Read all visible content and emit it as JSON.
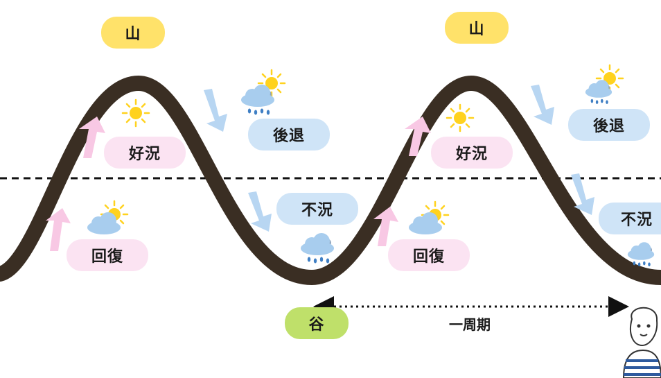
{
  "labels": {
    "peak": "山",
    "trough": "谷",
    "boom": "好況",
    "recession": "後退",
    "depression": "不況",
    "recovery": "回復",
    "cycle": "一周期"
  },
  "colors": {
    "curve": "#3a2e23",
    "peak_fill": "#ffe26a",
    "phase_up_fill": "#fbe3f2",
    "phase_down_fill": "#cfe4f7",
    "trough_fill": "#bfe06a",
    "arrow_up": "#f8c8e4",
    "arrow_down": "#b8d6f2",
    "sun": "#ffd21e"
  },
  "icons": [
    "sun-icon",
    "sun-cloud-icon",
    "rain-cloud-icon",
    "sun-rain-cloud-icon",
    "person-illustration"
  ]
}
